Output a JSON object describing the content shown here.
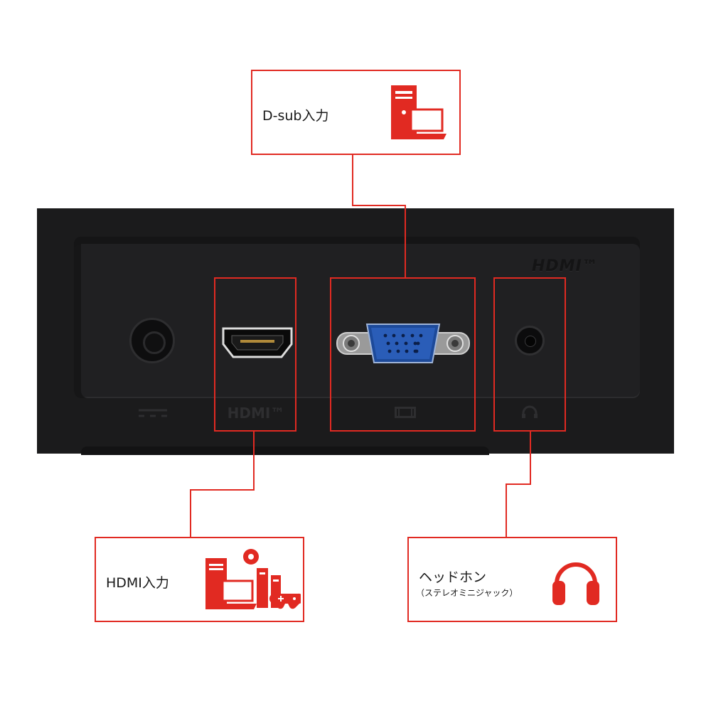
{
  "callouts": {
    "dsub": {
      "label": "D-sub入力",
      "icon": "desktop-laptop-icon"
    },
    "hdmi": {
      "label": "HDMI入力",
      "icon": "devices-icon"
    },
    "headphone": {
      "label": "ヘッドホン",
      "sublabel": "（ステレオミニジャック）",
      "icon": "headphones-icon"
    }
  },
  "panel": {
    "brand_logo": "HDMI™",
    "port_labels": {
      "dc": "⎓",
      "hdmi": "HDMI™"
    }
  },
  "colors": {
    "accent": "#e12a22",
    "panel": "#1b1b1c",
    "vga_blue": "#2a5db8"
  }
}
